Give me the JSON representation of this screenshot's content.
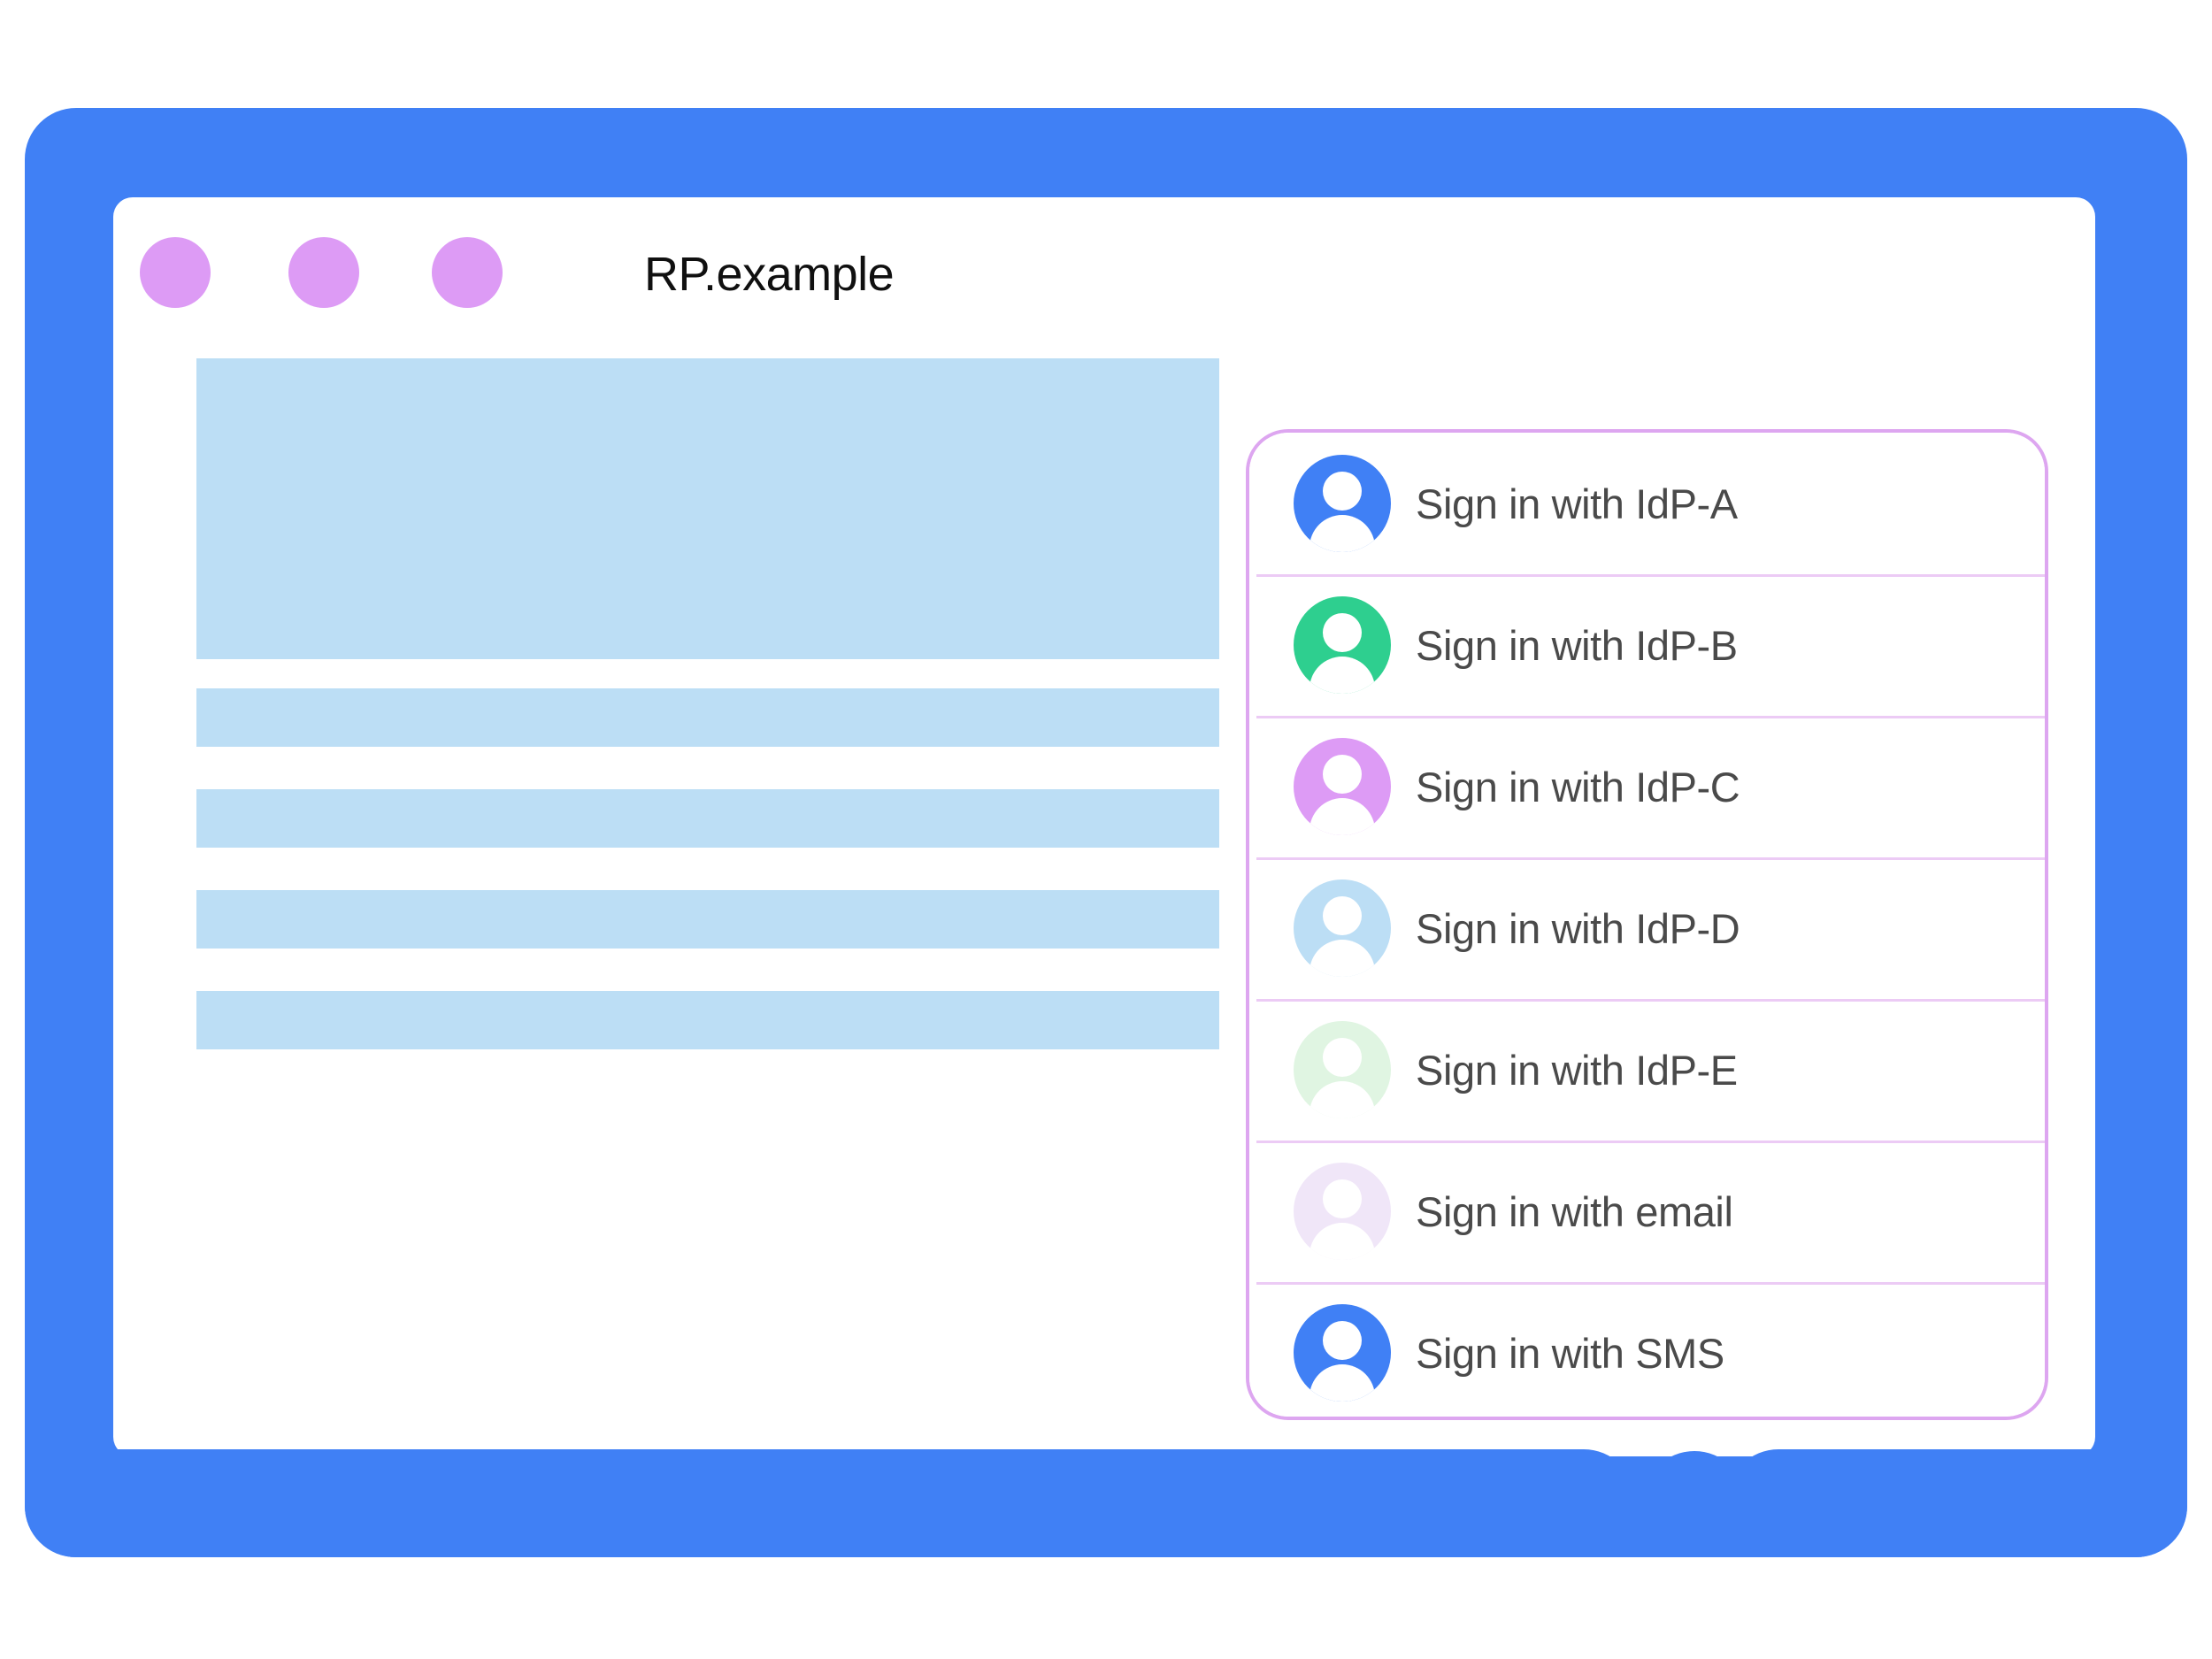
{
  "colors": {
    "frame_blue": "#4080f5",
    "chrome_dot_purple": "#dd9bf5",
    "content_block_blue": "#bcdef5",
    "panel_border_purple": "#dda6f0",
    "divider_purple": "#eccbf5",
    "label_gray": "#4a4a4a"
  },
  "browser": {
    "site_title": "RP.example",
    "chrome_dots": [
      "chrome-dot-1",
      "chrome-dot-2",
      "chrome-dot-3"
    ]
  },
  "content": {
    "blocks": [
      {
        "name": "hero-placeholder",
        "kind": "hero"
      },
      {
        "name": "text-line-placeholder-1",
        "kind": "bar"
      },
      {
        "name": "text-line-placeholder-2",
        "kind": "bar"
      },
      {
        "name": "text-line-placeholder-3",
        "kind": "bar"
      },
      {
        "name": "text-line-placeholder-4",
        "kind": "bar"
      }
    ]
  },
  "signin_panel": {
    "options": [
      {
        "label": "Sign in with IdP-A",
        "icon": "account-avatar-icon",
        "avatar_color": "#4080f5"
      },
      {
        "label": "Sign in with IdP-B",
        "icon": "account-avatar-icon",
        "avatar_color": "#2ecf8f"
      },
      {
        "label": "Sign in with IdP-C",
        "icon": "account-avatar-icon",
        "avatar_color": "#dd9bf5"
      },
      {
        "label": "Sign in with IdP-D",
        "icon": "account-avatar-icon",
        "avatar_color": "#bcdef5"
      },
      {
        "label": "Sign in with IdP-E",
        "icon": "account-avatar-icon",
        "avatar_color": "#e0f5e2"
      },
      {
        "label": "Sign in with email",
        "icon": "account-avatar-icon",
        "avatar_color": "#f0e6f8"
      },
      {
        "label": "Sign in with SMS",
        "icon": "account-avatar-icon",
        "avatar_color": "#4080f5"
      }
    ]
  }
}
